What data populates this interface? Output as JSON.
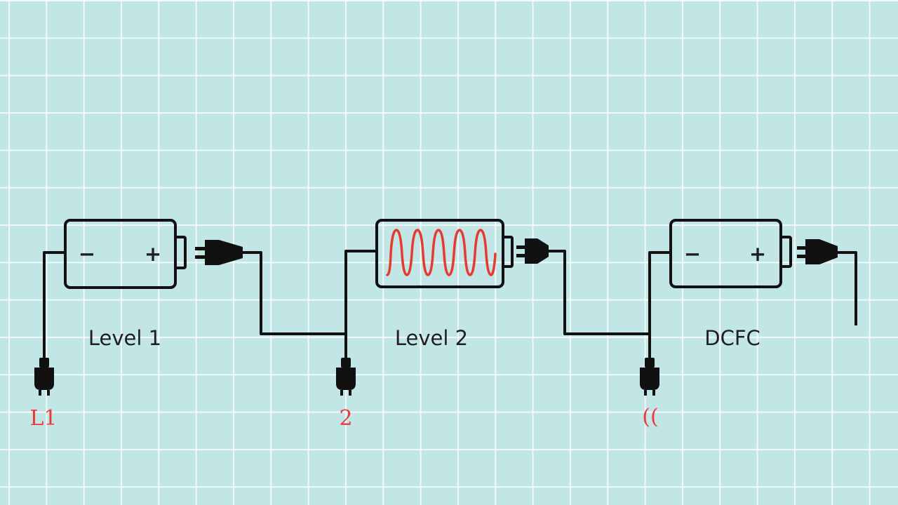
{
  "diagram": {
    "stages": [
      {
        "id": "level1",
        "label": "Level 1",
        "tag": "L1",
        "battery": "plus-minus"
      },
      {
        "id": "level2",
        "label": "Level 2",
        "tag": "2",
        "battery": "wave"
      },
      {
        "id": "dcfc",
        "label": "DCFC",
        "tag": "((",
        "battery": "plus-minus"
      }
    ],
    "battery_signs": {
      "minus": "−",
      "plus": "+"
    }
  },
  "colors": {
    "background": "#c2e6e6",
    "grid": "#ffffff",
    "stroke": "#111111",
    "accent": "#ea3a3a",
    "wave": "#e63a2e"
  },
  "icons": [
    "battery-icon",
    "plug-icon",
    "wall-plug-icon",
    "sine-wave-icon"
  ]
}
